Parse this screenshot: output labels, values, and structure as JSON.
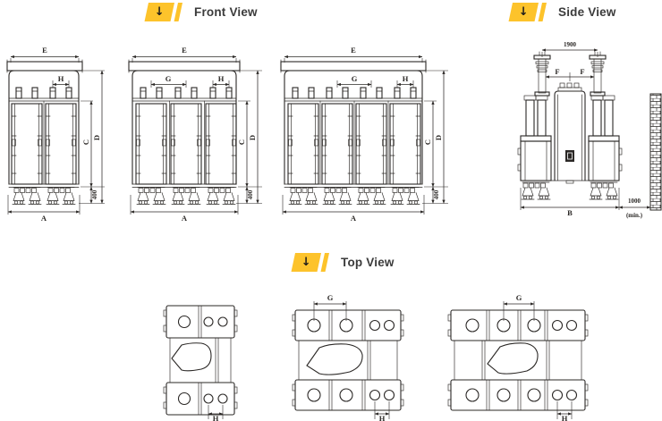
{
  "palette": {
    "accent": "#FDC32B",
    "line": "#2B2826",
    "heading_text": "#3B3B3B",
    "background": "#FFFFFF"
  },
  "headings": {
    "front_view": "Front View",
    "side_view": "Side View",
    "top_view": "Top View",
    "icon_glyph": "↓"
  },
  "front_views": [
    {
      "coils": 2,
      "dims": {
        "E": "E",
        "H": "H",
        "C": "C",
        "D": "D",
        "base": "400",
        "A": "A"
      }
    },
    {
      "coils": 3,
      "dims": {
        "E": "E",
        "G": "G",
        "H": "H",
        "C": "C",
        "D": "D",
        "base": "400",
        "A": "A"
      }
    },
    {
      "coils": 4,
      "dims": {
        "E": "E",
        "G": "G",
        "H": "H",
        "C": "C",
        "D": "D",
        "base": "400",
        "A": "A"
      }
    }
  ],
  "side_view": {
    "dims": {
      "bushing_spacing": "1900",
      "F_left": "F",
      "F_right": "F",
      "B": "B",
      "wall_distance": "1000",
      "wall_distance_note": "(min.)"
    }
  },
  "top_views": [
    {
      "sections": 2,
      "dims": {
        "H": "H"
      }
    },
    {
      "sections": 3,
      "dims": {
        "G": "G",
        "H": "H"
      }
    },
    {
      "sections": 4,
      "dims": {
        "G": "G",
        "H": "H"
      }
    }
  ]
}
